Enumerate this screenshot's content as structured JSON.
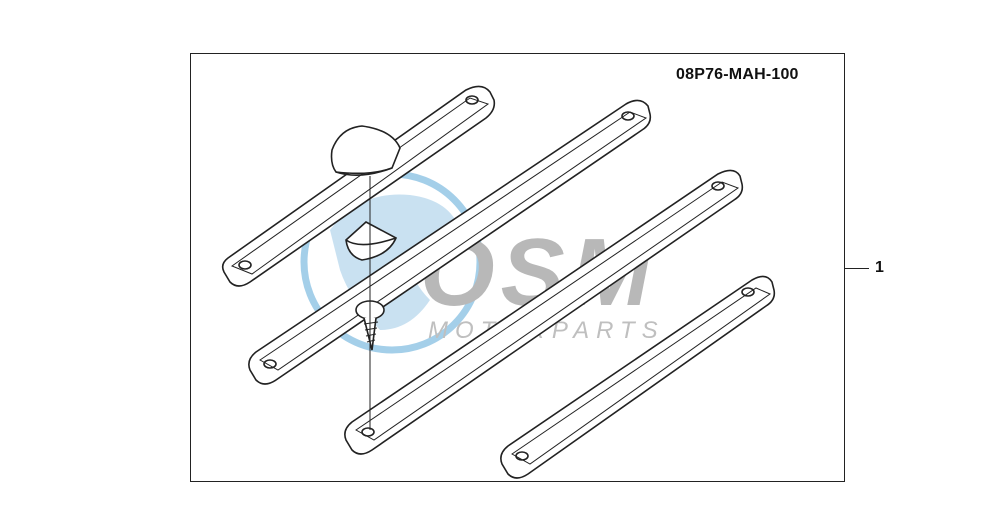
{
  "diagram": {
    "part_number": "08P76-MAH-100",
    "callout": "1"
  },
  "watermark": {
    "brand": "OSM",
    "subtitle": "MOTORPARTS",
    "color": "#5aa8d8"
  },
  "colors": {
    "line": "#222222",
    "watermark_text": "#8c8c8c"
  }
}
